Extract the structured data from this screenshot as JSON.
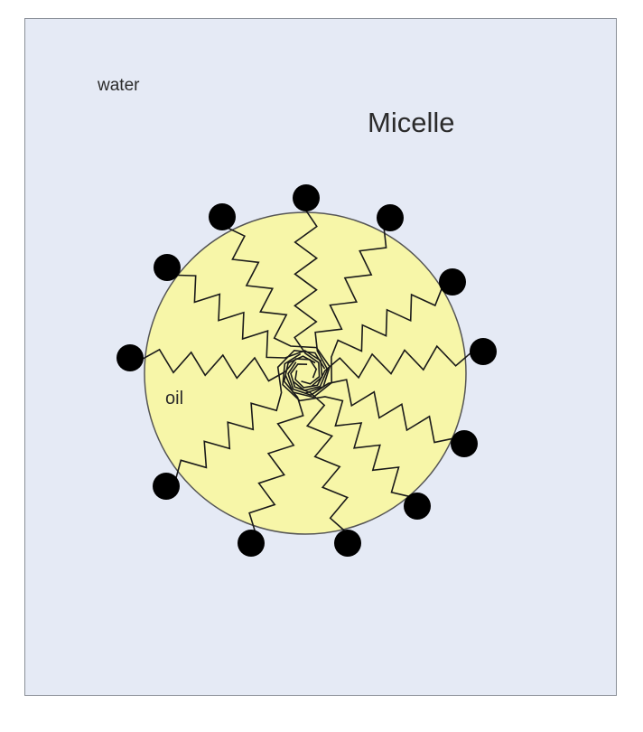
{
  "labels": {
    "water": "water",
    "title": "Micelle",
    "oil": "oil"
  },
  "colors": {
    "background": "#e5eaf5",
    "panel_border": "#8a8f98",
    "oil_core": "#f7f6a8",
    "oil_core_border": "#555555",
    "head": "#000000",
    "tail": "#1a1a1a"
  },
  "molecules": {
    "count": 12,
    "parts": [
      "hydrophilic-head",
      "hydrophobic-tail"
    ]
  }
}
